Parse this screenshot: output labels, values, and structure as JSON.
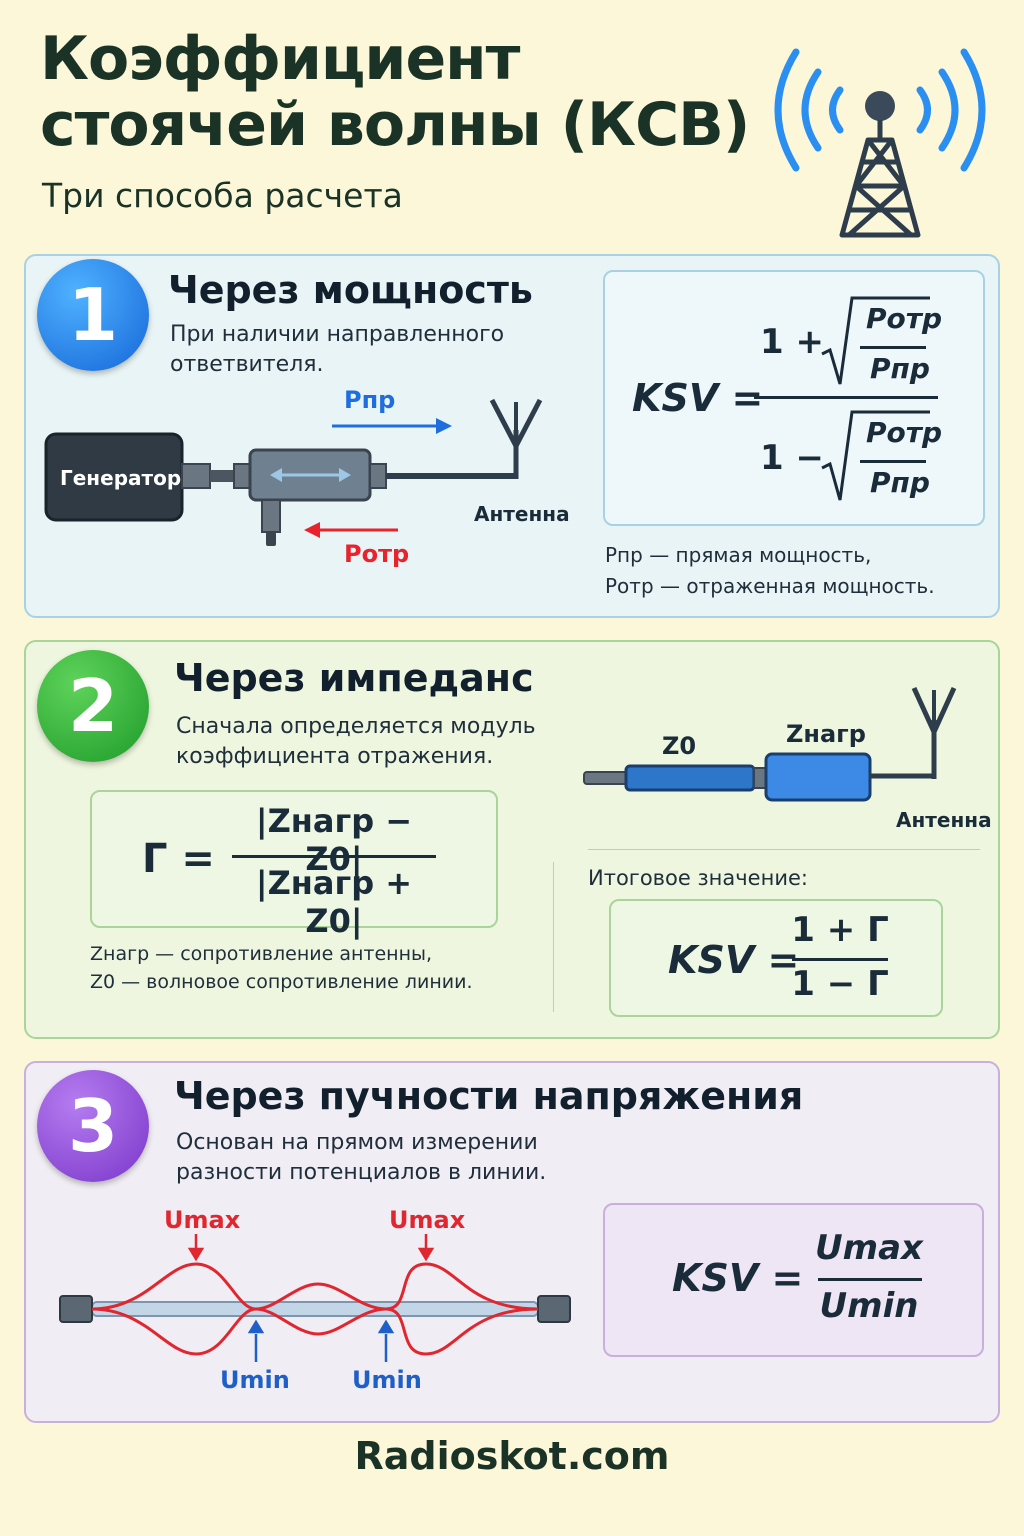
{
  "header": {
    "title_line1": "Коэффициент",
    "title_line2": "стоячей волны (КСВ)",
    "subtitle": "Три способа расчета"
  },
  "colors": {
    "forward_arrow": "#1f6ee0",
    "reflected_arrow": "#e8232e",
    "wave": "#e0262e",
    "umin_label": "#1f5fc8",
    "umax_label": "#e0262e",
    "signal_waves": "#2a8ff0"
  },
  "sections": [
    {
      "number": "1",
      "heading": "Через мощность",
      "description_line1": "При наличии направленного",
      "description_line2": "ответвителя.",
      "diagram": {
        "generator_label": "Генератор",
        "antenna_label": "Антенна",
        "forward_label": "Pпр",
        "reflected_label": "Pотр"
      },
      "formula": {
        "lhs": "KSV =",
        "num_prefix": "1 +",
        "den_prefix": "1 −",
        "sqrt_num": "Pотр",
        "sqrt_den": "Pпр"
      },
      "legend_line1": "Pпр — прямая мощность,",
      "legend_line2": "Pотр — отраженная мощность."
    },
    {
      "number": "2",
      "heading": "Через импеданс",
      "description_line1": "Сначала определяется модуль",
      "description_line2": "коэффициента отражения.",
      "diagram": {
        "z0_label": "Z0",
        "zload_label": "Zнагр",
        "antenna_label": "Антенна"
      },
      "formula": {
        "lhs": "Г =",
        "numerator": "|Zнагр − Z0|",
        "denominator": "|Zнагр + Z0|"
      },
      "legend_line1": "Zнагр — сопротивление антенны,",
      "legend_line2": "Z0 — волновое сопротивление линии.",
      "result_label": "Итоговое значение:",
      "result_formula": {
        "lhs": "KSV =",
        "numerator": "1 + Г",
        "denominator": "1 − Г"
      }
    },
    {
      "number": "3",
      "heading": "Через пучности напряжения",
      "description_line1": "Основан на прямом измерении",
      "description_line2": "разности потенциалов в линии.",
      "diagram": {
        "umax_label": "Umax",
        "umin_label": "Umin"
      },
      "formula": {
        "lhs": "KSV =",
        "numerator": "Umax",
        "denominator": "Umin"
      }
    }
  ],
  "footer": "Radioskot.com"
}
